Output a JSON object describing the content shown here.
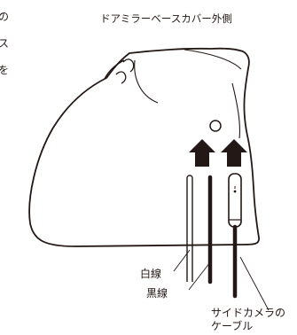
{
  "page": {
    "clipped_text": [
      "の",
      "ス",
      "を"
    ]
  },
  "diagram": {
    "title": "ドアミラーベースカバー外側",
    "labels": {
      "white_wire": "白線",
      "black_wire": "黒線",
      "side_camera_cable_line1": "サイドカメラの",
      "side_camera_cable_line2": "ケーブル"
    },
    "colors": {
      "ink": "#231815",
      "background": "#ffffff"
    },
    "icons": [
      "insertion-arrow-icon"
    ]
  }
}
